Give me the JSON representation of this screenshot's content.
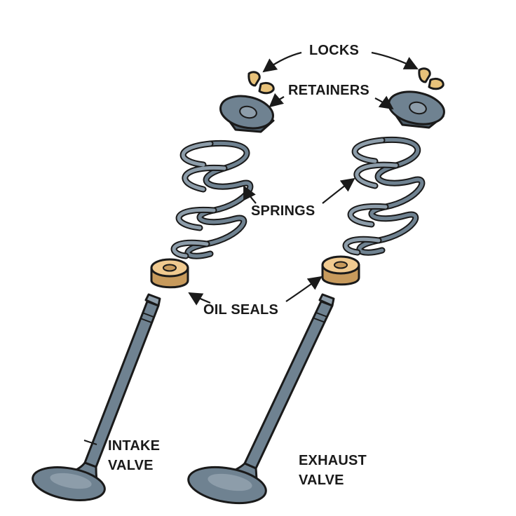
{
  "labels": {
    "locks": "LOCKS",
    "retainers": "RETAINERS",
    "springs": "SPRINGS",
    "oil_seals": "OIL SEALS",
    "intake_line1": "INTAKE",
    "intake_line2": "VALVE",
    "exhaust_line1": "EXHAUST",
    "exhaust_line2": "VALVE"
  },
  "colors": {
    "metal": "#6f8291",
    "metal_light": "#8d9daa",
    "metal_dark": "#4e5d69",
    "seal": "#f0ca90",
    "seal_dark": "#c79a5c",
    "lock": "#e8c27a",
    "outline": "#1a1a1a"
  }
}
